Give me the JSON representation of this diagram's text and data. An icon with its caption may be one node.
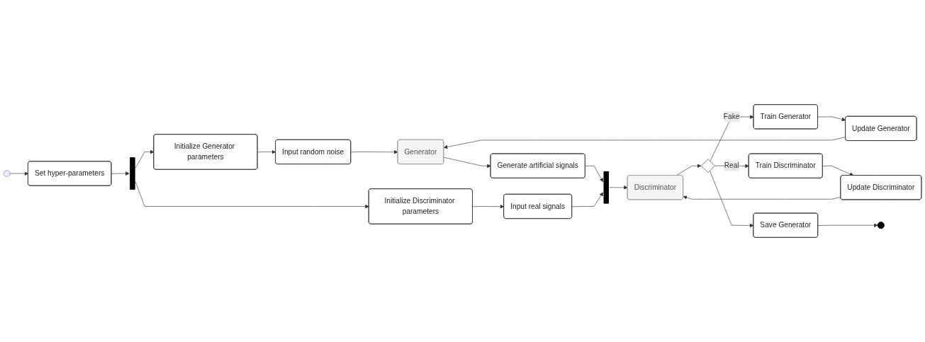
{
  "diagram": {
    "nodes": [
      {
        "text": [],
        "shape": "circle"
      },
      {
        "text": [
          "Set hyper-parameters"
        ]
      },
      {
        "text": [],
        "shape": "bar"
      },
      {
        "text": [
          "Initialize Generator parameters"
        ]
      },
      {
        "text": [
          "Initialize Discriminator parameters"
        ]
      },
      {
        "text": [
          "Input random noise"
        ]
      },
      {
        "text": [
          "Input real signals"
        ]
      },
      {
        "text": [
          "Train Generator"
        ]
      },
      {
        "text": [
          "Update Generator"
        ]
      },
      {
        "text": [
          "Generator"
        ]
      },
      {
        "text": [
          "Generate artificial signals"
        ]
      },
      {
        "text": [],
        "shape": "bar"
      },
      {
        "text": [
          "Discriminator"
        ]
      },
      {
        "text": [
          "Update Discriminator"
        ]
      },
      {
        "text": [
          "Train Discriminator"
        ]
      },
      {
        "text": [],
        "shape": "diamond"
      },
      {
        "text": [
          "Save Generator"
        ]
      },
      {
        "text": [],
        "shape": "circle"
      }
    ],
    "edges": [
      {
        "from": 0,
        "to": 1,
        "arrow": "to"
      },
      {
        "from": 1,
        "to": 2,
        "arrow": "to"
      },
      {
        "from": 2,
        "to": 3,
        "arrow": "to"
      },
      {
        "from": 2,
        "to": 4,
        "arrow": "to"
      },
      {
        "from": 3,
        "to": 5,
        "arrow": "to"
      },
      {
        "from": 4,
        "to": 6,
        "arrow": "to"
      },
      {
        "from": 5,
        "to": 9,
        "arrow": "to"
      },
      {
        "from": 7,
        "to": 8,
        "arrow": "to"
      },
      {
        "from": 8,
        "to": 9,
        "arrow": "to"
      },
      {
        "from": 9,
        "to": 10,
        "arrow": "to"
      },
      {
        "from": 10,
        "to": 11,
        "arrow": "to"
      },
      {
        "from": 6,
        "to": 11,
        "arrow": "to"
      },
      {
        "from": 11,
        "to": 12,
        "arrow": "to"
      },
      {
        "from": 14,
        "to": 13,
        "arrow": "to"
      },
      {
        "from": 13,
        "to": 12,
        "arrow": "to"
      },
      {
        "from": 12,
        "to": 15,
        "arrow": "to"
      },
      {
        "from": 15,
        "to": 7,
        "arrow": "to",
        "label": "Fake"
      },
      {
        "from": 15,
        "to": 14,
        "arrow": "to",
        "label": "Real"
      },
      {
        "from": 15,
        "to": 16,
        "arrow": "to"
      },
      {
        "from": 16,
        "to": 17,
        "arrow": "to"
      }
    ]
  }
}
